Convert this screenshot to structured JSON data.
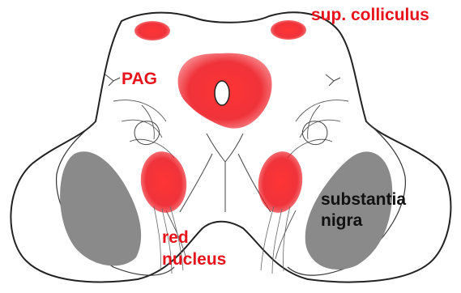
{
  "labels": {
    "sup_colliculus": "sup. colliculus",
    "pag": "PAG",
    "red_nucleus_line1": "red",
    "red_nucleus_line2": "nucleus",
    "substantia_nigra_line1": "substantia",
    "substantia_nigra_line2": "nigra"
  },
  "colors": {
    "highlight": "#ee1c24",
    "label_red": "#e8141c",
    "substantia_nigra": "#8a8a8a",
    "outline": "#222222",
    "background": "#ffffff"
  }
}
